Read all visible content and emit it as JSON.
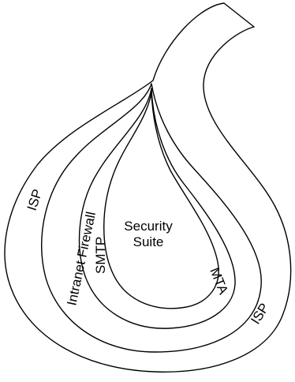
{
  "diagram": {
    "layers": [
      {
        "id": "isp",
        "label": "ISP"
      },
      {
        "id": "intranet-firewall",
        "label": "Intranet Firewall"
      },
      {
        "id": "smtp",
        "label": "SMTP"
      },
      {
        "id": "mta",
        "label": "MTA"
      },
      {
        "id": "isp-outer",
        "label": "ISP"
      }
    ],
    "core": {
      "line1": "Security",
      "line2": "Suite"
    },
    "colors": {
      "stroke": "#000000",
      "background": "#ffffff"
    }
  }
}
